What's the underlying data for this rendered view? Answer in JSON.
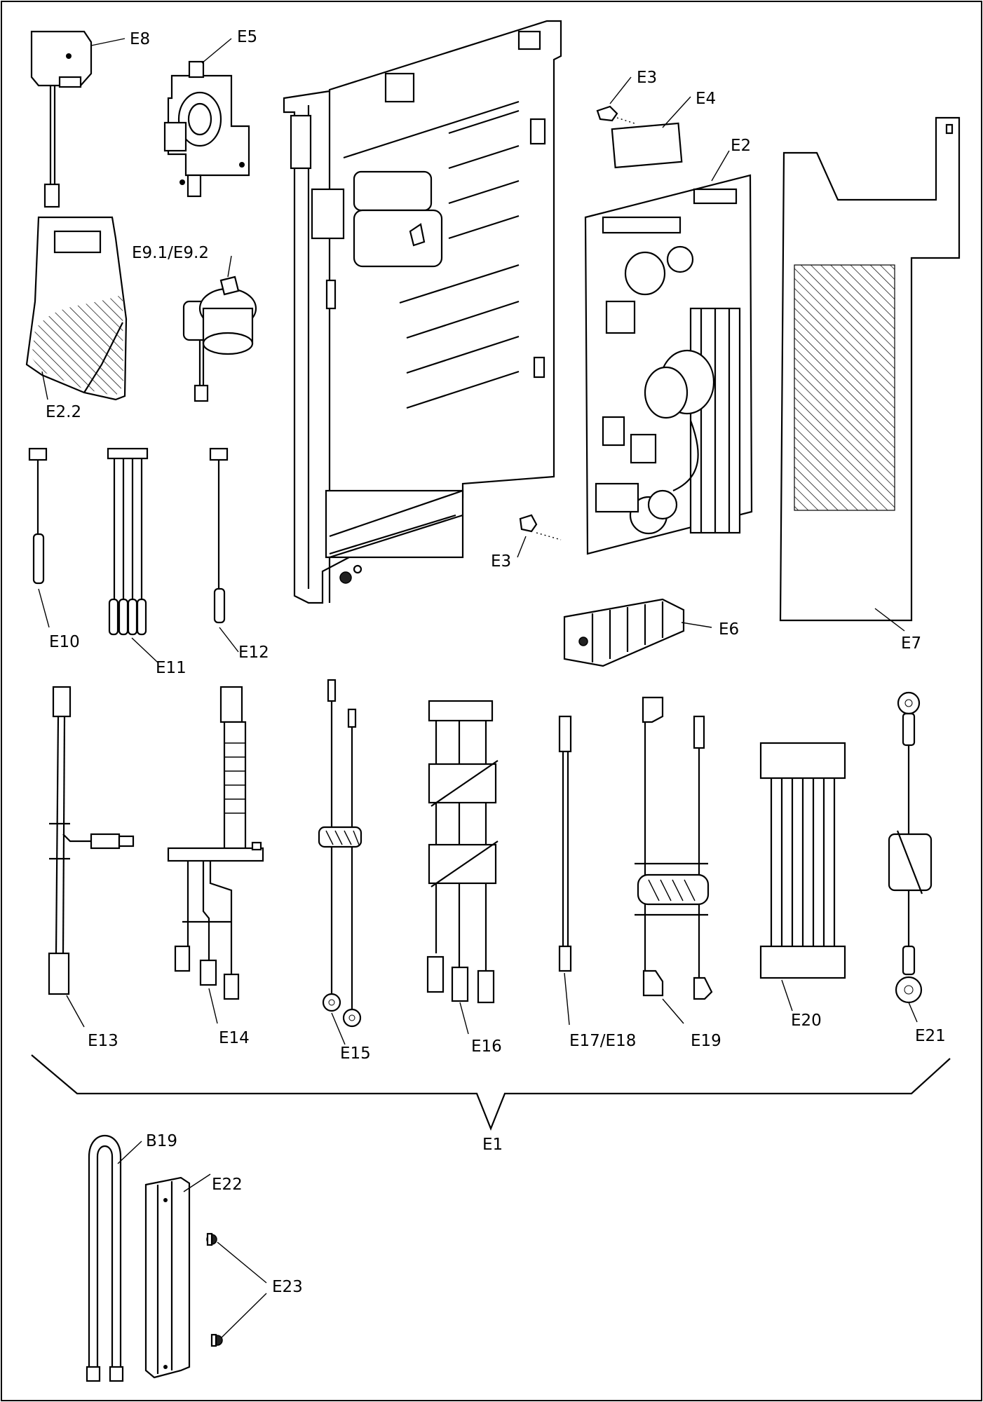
{
  "labels": {
    "E8": "E8",
    "E5": "E5",
    "E3_top": "E3",
    "E4": "E4",
    "E2": "E2",
    "E9": "E9.1/E9.2",
    "E2_2": "E2.2",
    "E10": "E10",
    "E11": "E11",
    "E12": "E12",
    "E3_bottom": "E3",
    "E6": "E6",
    "E7": "E7",
    "E13": "E13",
    "E14": "E14",
    "E15": "E15",
    "E16": "E16",
    "E17_E18": "E17/E18",
    "E19": "E19",
    "E20": "E20",
    "E21": "E21",
    "E1": "E1",
    "B19": "B19",
    "E22": "E22",
    "E23": "E23"
  }
}
